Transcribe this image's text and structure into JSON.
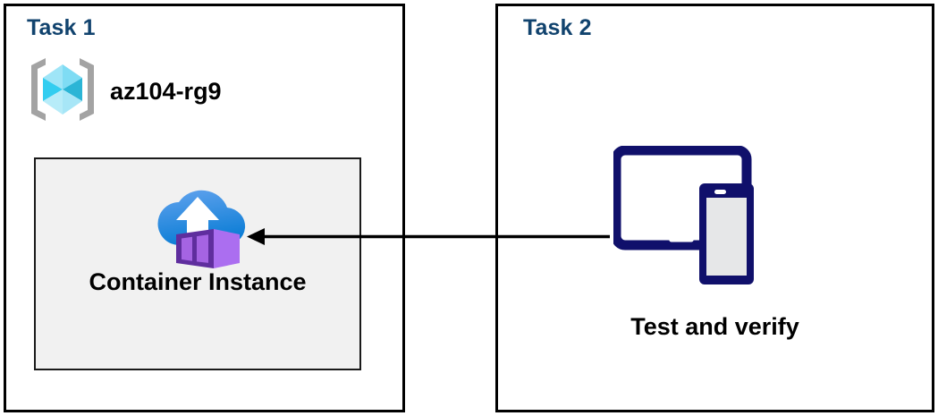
{
  "diagram": {
    "title_bar": null,
    "background_color": "#ffffff",
    "panels": [
      {
        "id": "task1",
        "title": "Task 1",
        "title_color": "#11436e",
        "border_color": "#000000"
      },
      {
        "id": "task2",
        "title": "Task 2",
        "title_color": "#11436e",
        "border_color": "#000000"
      }
    ]
  },
  "task1": {
    "title": "Task 1",
    "resource_group": {
      "icon": "azure-resource-group-icon",
      "label": "az104-rg9",
      "icon_colors": {
        "bracket": "#a3a3a3",
        "cube_top_left": "#9fe5f7",
        "cube_top_right": "#7fdcf4",
        "cube_left": "#32cdf0",
        "cube_right": "#2bb5d6",
        "cube_bottom_left": "#b7ecf9",
        "cube_bottom_right": "#a7e6f7"
      }
    },
    "card": {
      "label": "Container Instance",
      "icon": "azure-container-instance-icon",
      "background_color": "#f1f1f1",
      "border_color": "#1a1a1a",
      "icon_colors": {
        "cloud_top": "#5b9bea",
        "cloud_bottom": "#0f80d8",
        "arrow": "#ffffff",
        "container_front": "#5f2e9e",
        "container_panel": "#a564e3",
        "container_side": "#ab6ef0"
      }
    }
  },
  "task2": {
    "title": "Task 2",
    "devices": {
      "icon": "tablet-and-phone-icon",
      "label": "Test and verify",
      "icon_colors": {
        "frame": "#10106b",
        "tablet_screen": "#ffffff",
        "phone_screen": "#e6e7e8",
        "camera_dot": "#ffffff",
        "home_button": "#ffffff"
      }
    }
  },
  "connector": {
    "name": "arrow-task2-to-container-instance",
    "direction": "right-to-left",
    "color": "#000000",
    "from": "Test and verify",
    "to": "Container Instance"
  }
}
